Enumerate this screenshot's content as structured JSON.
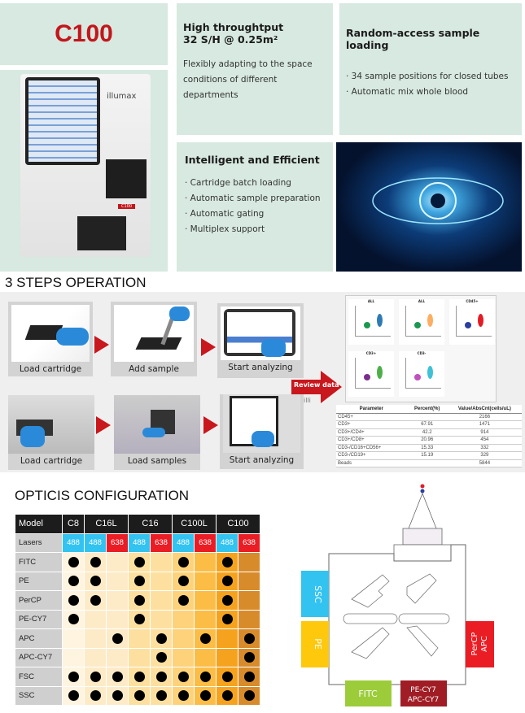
{
  "hero": {
    "model": "C100",
    "brand": "illumax",
    "device_badge": "C100"
  },
  "features": [
    {
      "title_line1": "High throughtput",
      "title_line2": "32 S/H @ 0.25m²",
      "lines": [
        "Flexibly adapting to the space",
        "conditions of different departments"
      ]
    },
    {
      "title_line1": "Random-access sample loading",
      "lines": [
        "· 34 sample positions  for closed tubes",
        "· Automatic mix whole blood"
      ]
    },
    {
      "title_line1": "Intelligent and Efficient",
      "lines": [
        "· Cartridge batch loading",
        "· Automatic sample preparation",
        "· Automatic gating",
        "· Multiplex support"
      ]
    }
  ],
  "steps": {
    "heading": "3 STEPS  OPERATION",
    "row1": [
      "Load cartridge",
      "Add sample",
      "Start  analyzing"
    ],
    "row2": [
      "Load cartridge",
      "Load samples",
      "Start  analyzing"
    ],
    "review_label": "Review data",
    "plot_titles": [
      "ALL",
      "ALL",
      "CD45+",
      "CD3+",
      "CD3-"
    ],
    "results": {
      "headers": [
        "Parameter",
        "Percent(%)",
        "Value/AbsCnt(cells/uL)"
      ],
      "rows": [
        [
          "CD45+",
          "",
          "2166"
        ],
        [
          "CD3+",
          "67.91",
          "1471"
        ],
        [
          "CD3+/CD4+",
          "42.2",
          "914"
        ],
        [
          "CD3+/CD8+",
          "20.96",
          "454"
        ],
        [
          "CD3-/CD16+CD56+",
          "15.33",
          "332"
        ],
        [
          "CD3-/CD19+",
          "15.19",
          "329"
        ],
        [
          "Beads",
          "",
          "5844"
        ]
      ]
    }
  },
  "optics": {
    "heading": "OPTICIS CONFIGURATION",
    "model_label": "Model",
    "lasers_label": "Lasers",
    "models": [
      {
        "name": "C8",
        "span": 1
      },
      {
        "name": "C16L",
        "span": 2
      },
      {
        "name": "C16",
        "span": 2
      },
      {
        "name": "C100L",
        "span": 2
      },
      {
        "name": "C100",
        "span": 2
      }
    ],
    "lasers": [
      "488",
      "488",
      "638",
      "488",
      "638",
      "488",
      "638",
      "488",
      "638"
    ],
    "laser_colors": {
      "488": "#33c3f0",
      "638": "#ea1d25"
    },
    "column_colors": [
      "#fff4df",
      "#fdebc8",
      "#fdebc8",
      "#fde0a0",
      "#fde0a0",
      "#fdd27a",
      "#fbbd45",
      "#f5a31f",
      "#d88b2b"
    ],
    "channels": [
      {
        "name": "FITC",
        "dots": [
          1,
          1,
          0,
          1,
          0,
          1,
          0,
          1,
          0
        ]
      },
      {
        "name": "PE",
        "dots": [
          1,
          1,
          0,
          1,
          0,
          1,
          0,
          1,
          0
        ]
      },
      {
        "name": "PerCP",
        "dots": [
          1,
          1,
          0,
          1,
          0,
          1,
          0,
          1,
          0
        ]
      },
      {
        "name": "PE-CY7",
        "dots": [
          1,
          0,
          0,
          1,
          0,
          0,
          0,
          1,
          0
        ]
      },
      {
        "name": "APC",
        "dots": [
          0,
          0,
          1,
          0,
          1,
          0,
          1,
          0,
          1
        ]
      },
      {
        "name": "APC-CY7",
        "dots": [
          0,
          0,
          0,
          0,
          1,
          0,
          0,
          0,
          1
        ]
      },
      {
        "name": "FSC",
        "dots": [
          1,
          1,
          1,
          1,
          1,
          1,
          1,
          1,
          1
        ]
      },
      {
        "name": "SSC",
        "dots": [
          1,
          1,
          1,
          1,
          1,
          1,
          1,
          1,
          1
        ]
      }
    ],
    "diagram": {
      "ssc": "SSC",
      "pe": "PE",
      "fitc": "FITC",
      "pecy7": "PE-CY7",
      "apccy7": "APC-CY7",
      "percp": "PerCP",
      "apc": "APC"
    }
  }
}
